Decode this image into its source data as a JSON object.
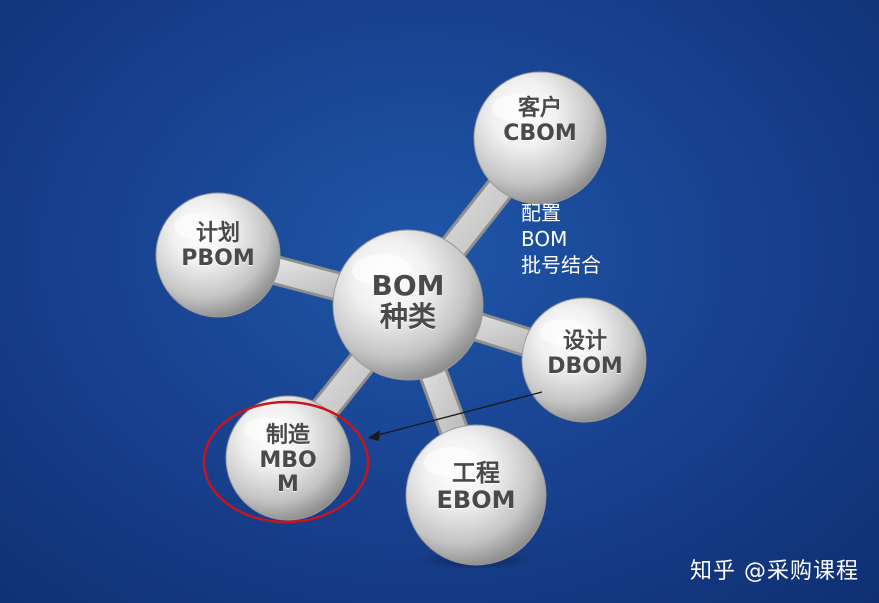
{
  "center": {
    "line1": "BOM",
    "line2": "种类"
  },
  "nodes": {
    "customer": {
      "line1": "客户",
      "line2": "CBOM"
    },
    "plan": {
      "line1": "计划",
      "line2": "PBOM"
    },
    "design": {
      "line1": "设计",
      "line2": "DBOM"
    },
    "manufacturing": {
      "line1": "制造",
      "line2": "MBO",
      "line3": "M"
    },
    "engineering": {
      "line1": "工程",
      "line2": "EBOM"
    }
  },
  "config_note": {
    "line1": "配置",
    "line2": "BOM",
    "line3": "批号结合"
  },
  "watermark": "知乎 @采购课程",
  "colors": {
    "background": "#173f8c",
    "highlight_circle": "#c8141c",
    "arrow": "#1a1a1a",
    "note_text": "#ffffff"
  }
}
